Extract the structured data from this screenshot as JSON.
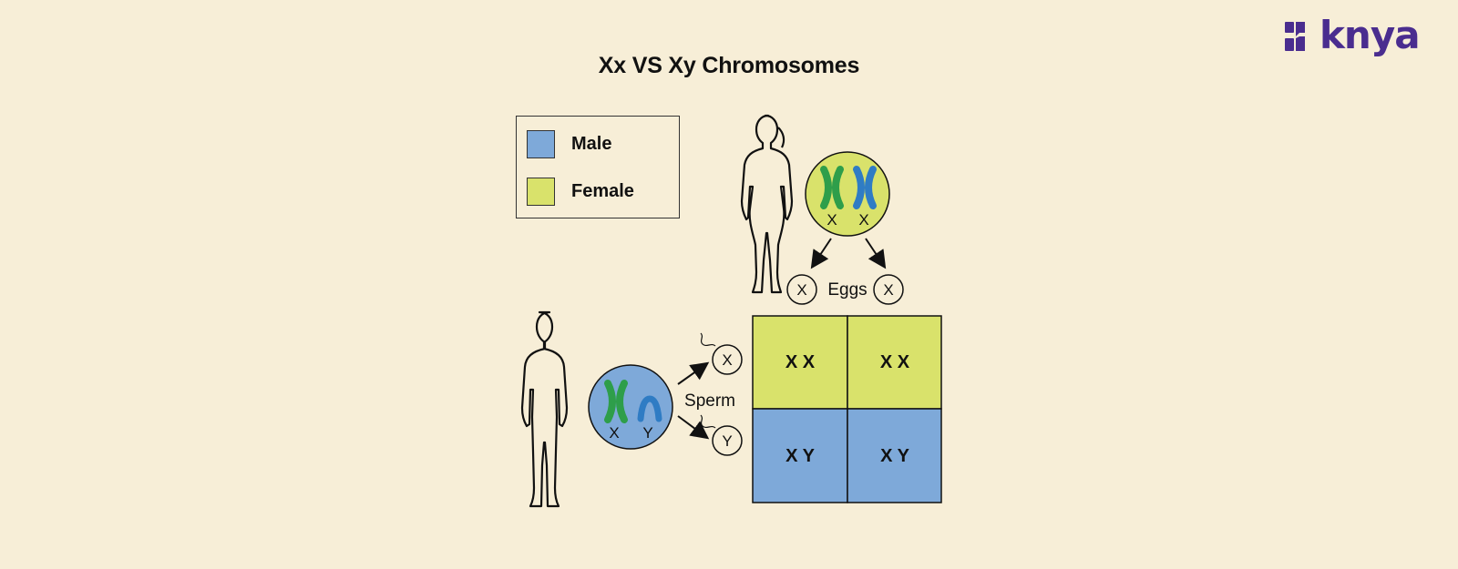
{
  "title": "Xx VS Xy Chromosomes",
  "brand": {
    "name": "knya",
    "color": "#4a2d8f"
  },
  "legend": {
    "items": [
      {
        "label": "Male",
        "color": "#7ea9d9"
      },
      {
        "label": "Female",
        "color": "#d9e26b"
      }
    ]
  },
  "female": {
    "chromosome_labels": [
      "X",
      "X"
    ],
    "gamete_label": "Eggs",
    "gametes": [
      "X",
      "X"
    ]
  },
  "male": {
    "chromosome_labels": [
      "X",
      "Y"
    ],
    "gamete_label": "Sperm",
    "gametes": [
      "X",
      "Y"
    ]
  },
  "punnett": {
    "cells": [
      {
        "text": "X X",
        "type": "female"
      },
      {
        "text": "X X",
        "type": "female"
      },
      {
        "text": "X Y",
        "type": "male"
      },
      {
        "text": "X Y",
        "type": "male"
      }
    ]
  },
  "colors": {
    "male": "#7ea9d9",
    "female": "#d9e26b",
    "chromosome_green": "#2e9e4a",
    "chromosome_blue": "#2f7cc4",
    "background": "#f7eed7"
  }
}
